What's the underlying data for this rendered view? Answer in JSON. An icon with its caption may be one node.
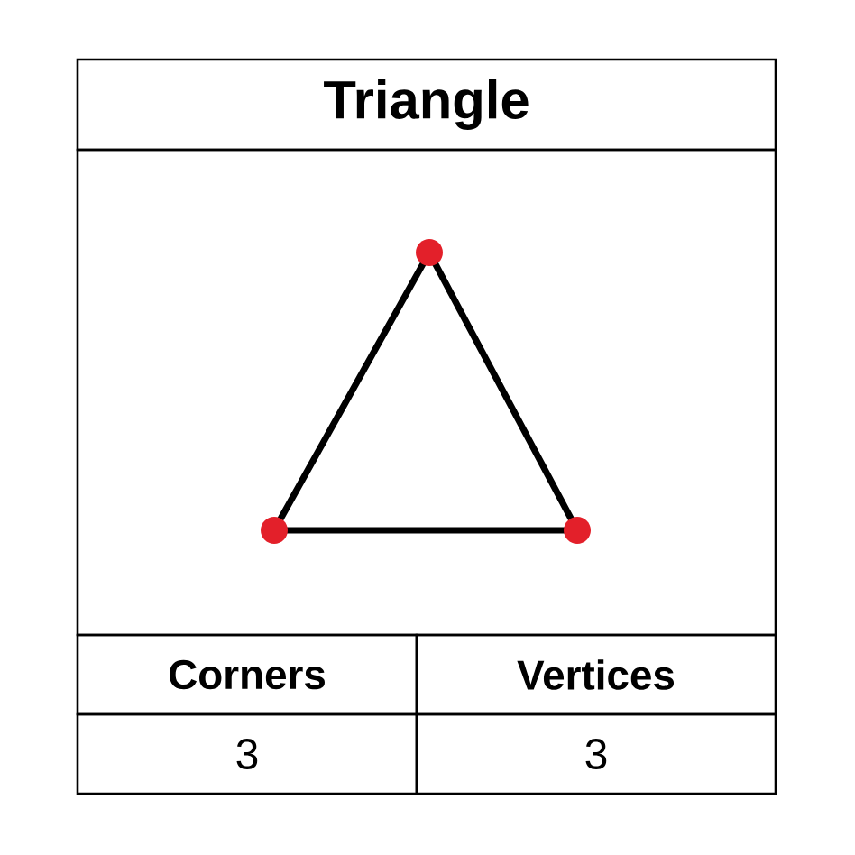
{
  "diagram": {
    "title": "Triangle",
    "labels": [
      "Corners",
      "Vertices",
      "3",
      "3"
    ]
  }
}
